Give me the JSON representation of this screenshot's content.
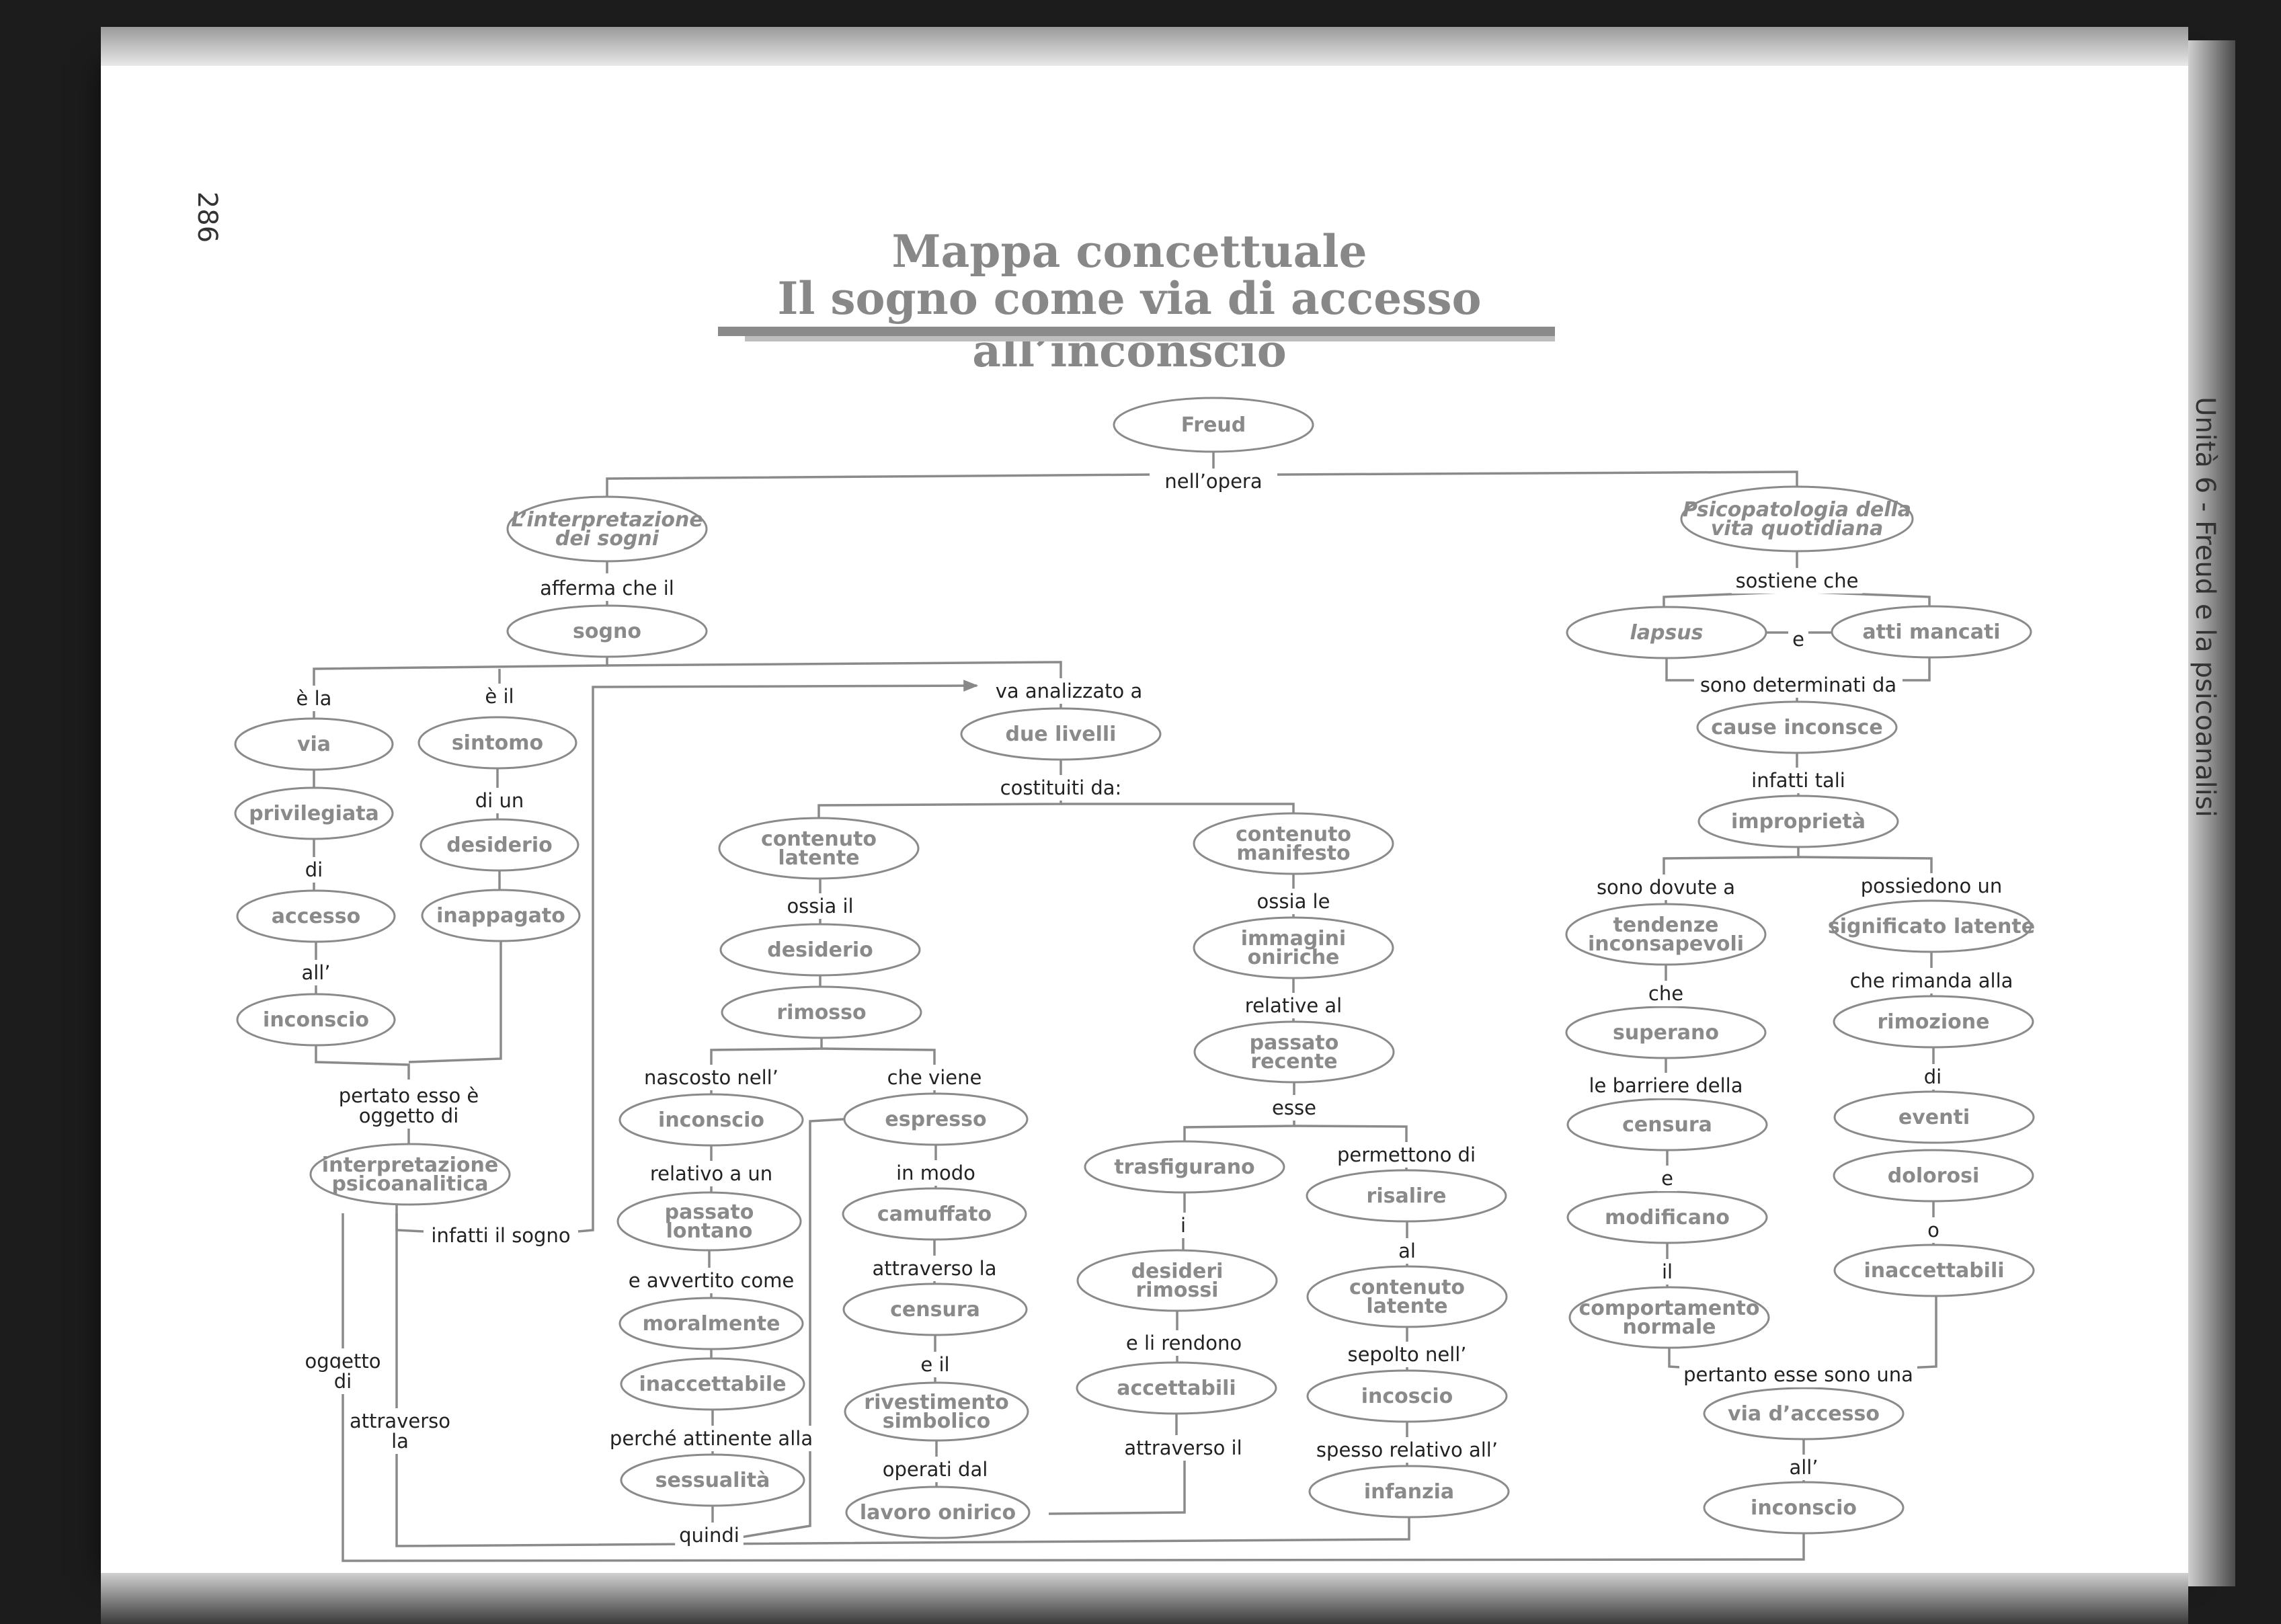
{
  "page": {
    "page_number": "286",
    "side_header": "Unità 6 - Freud e la psicoanalisi",
    "title_line1": "Mappa concettuale",
    "title_line2": "Il sogno come via di accesso all’inconscio"
  },
  "nodes": {
    "freud": [
      "Freud"
    ],
    "interpretazione_sogni": [
      "L’interpretazione",
      "dei sogni"
    ],
    "psicopatologia": [
      "Psicopatologia della",
      "vita quotidiana"
    ],
    "sogno": [
      "sogno"
    ],
    "via": [
      "via"
    ],
    "privilegiata": [
      "privilegiata"
    ],
    "accesso": [
      "accesso"
    ],
    "inconscio_a": [
      "inconscio"
    ],
    "sintomo": [
      "sintomo"
    ],
    "desiderio_a": [
      "desiderio"
    ],
    "inappagato": [
      "inappagato"
    ],
    "interpretazione_psico": [
      "interpretazione",
      "psicoanalitica"
    ],
    "due_livelli": [
      "due livelli"
    ],
    "contenuto_latente_a": [
      "contenuto",
      "latente"
    ],
    "desiderio_b": [
      "desiderio"
    ],
    "rimosso": [
      "rimosso"
    ],
    "inconscio_b": [
      "inconscio"
    ],
    "passato_lontano": [
      "passato",
      "lontano"
    ],
    "moralmente": [
      "moralmente"
    ],
    "inaccettabile": [
      "inaccettabile"
    ],
    "sessualita": [
      "sessualità"
    ],
    "espresso": [
      "espresso"
    ],
    "camuffato": [
      "camuffato"
    ],
    "censura_a": [
      "censura"
    ],
    "rivestimento": [
      "rivestimento",
      "simbolico"
    ],
    "lavoro_onirico": [
      "lavoro onirico"
    ],
    "contenuto_manifesto": [
      "contenuto",
      "manifesto"
    ],
    "immagini_oniriche": [
      "immagini",
      "oniriche"
    ],
    "passato_recente": [
      "passato",
      "recente"
    ],
    "trasfigurano": [
      "trasfigurano"
    ],
    "desideri_rimossi": [
      "desideri",
      "rimossi"
    ],
    "accettabili": [
      "accettabili"
    ],
    "risalire": [
      "risalire"
    ],
    "contenuto_latente_b": [
      "contenuto",
      "latente"
    ],
    "incoscio": [
      "incoscio"
    ],
    "infanzia": [
      "infanzia"
    ],
    "lapsus": [
      "lapsus"
    ],
    "atti_mancati": [
      "atti mancati"
    ],
    "cause_inconsce": [
      "cause inconsce"
    ],
    "improprieta": [
      "improprietà"
    ],
    "tendenze": [
      "tendenze",
      "inconsapevoli"
    ],
    "superano": [
      "superano"
    ],
    "censura_b": [
      "censura"
    ],
    "modificano": [
      "modificano"
    ],
    "comportamento": [
      "comportamento",
      "normale"
    ],
    "significato_latente": [
      "significato latente"
    ],
    "rimozione": [
      "rimozione"
    ],
    "eventi": [
      "eventi"
    ],
    "dolorosi": [
      "dolorosi"
    ],
    "inaccettabili": [
      "inaccettabili"
    ],
    "via_accesso": [
      "via d’accesso"
    ],
    "inconscio_c": [
      "inconscio"
    ]
  },
  "links": {
    "nell_opera": [
      "nell’opera"
    ],
    "afferma_che_il": [
      "afferma che il"
    ],
    "sostiene_che": [
      "sostiene che"
    ],
    "e_la": [
      "è la"
    ],
    "e_il": [
      "è il"
    ],
    "va_analizzato_a": [
      "va analizzato a"
    ],
    "di_a": [
      "di"
    ],
    "all_a": [
      "all’"
    ],
    "di_un_a": [
      "di un"
    ],
    "pertato": [
      "pertato esso è",
      "oggetto di"
    ],
    "infatti_il_sogno": [
      "infatti il sogno"
    ],
    "oggetto_di": [
      "oggetto",
      "di"
    ],
    "attraverso_la": [
      "attraverso",
      "la"
    ],
    "costituiti_da": [
      "costituiti da:"
    ],
    "ossia_il": [
      "ossia il"
    ],
    "nascosto_nell": [
      "nascosto nell’"
    ],
    "che_viene": [
      "che viene"
    ],
    "relativo_a_un": [
      "relativo a un"
    ],
    "e_avvertito_come": [
      "e avvertito come"
    ],
    "perche": [
      "perché attinente alla"
    ],
    "quindi": [
      "quindi"
    ],
    "in_modo": [
      "in modo"
    ],
    "attraverso_la_b": [
      "attraverso la"
    ],
    "e_il_b": [
      "e il"
    ],
    "operati_dal": [
      "operati dal"
    ],
    "ossia_le": [
      "ossia le"
    ],
    "relative_al": [
      "relative al"
    ],
    "esse_a": [
      "esse"
    ],
    "i": [
      "i"
    ],
    "e_li_rendono": [
      "e li rendono"
    ],
    "attraverso_il": [
      "attraverso il"
    ],
    "permettono_di": [
      "permettono di"
    ],
    "al": [
      "al"
    ],
    "sepolto_nell": [
      "sepolto nell’"
    ],
    "spesso_relativo": [
      "spesso relativo all’"
    ],
    "e_conj": [
      "e"
    ],
    "sono_determinati_da": [
      "sono determinati da"
    ],
    "infatti_tali": [
      "infatti tali"
    ],
    "sono_dovute_a": [
      "sono dovute a"
    ],
    "possiedono_un": [
      "possiedono un"
    ],
    "che": [
      "che"
    ],
    "le_barriere": [
      "le barriere della"
    ],
    "e_b": [
      "e"
    ],
    "il": [
      "il"
    ],
    "che_rimanda": [
      "che rimanda alla"
    ],
    "di_b": [
      "di"
    ],
    "o": [
      "o"
    ],
    "pertanto": [
      "pertanto esse sono una"
    ],
    "all_b": [
      "all’"
    ]
  }
}
